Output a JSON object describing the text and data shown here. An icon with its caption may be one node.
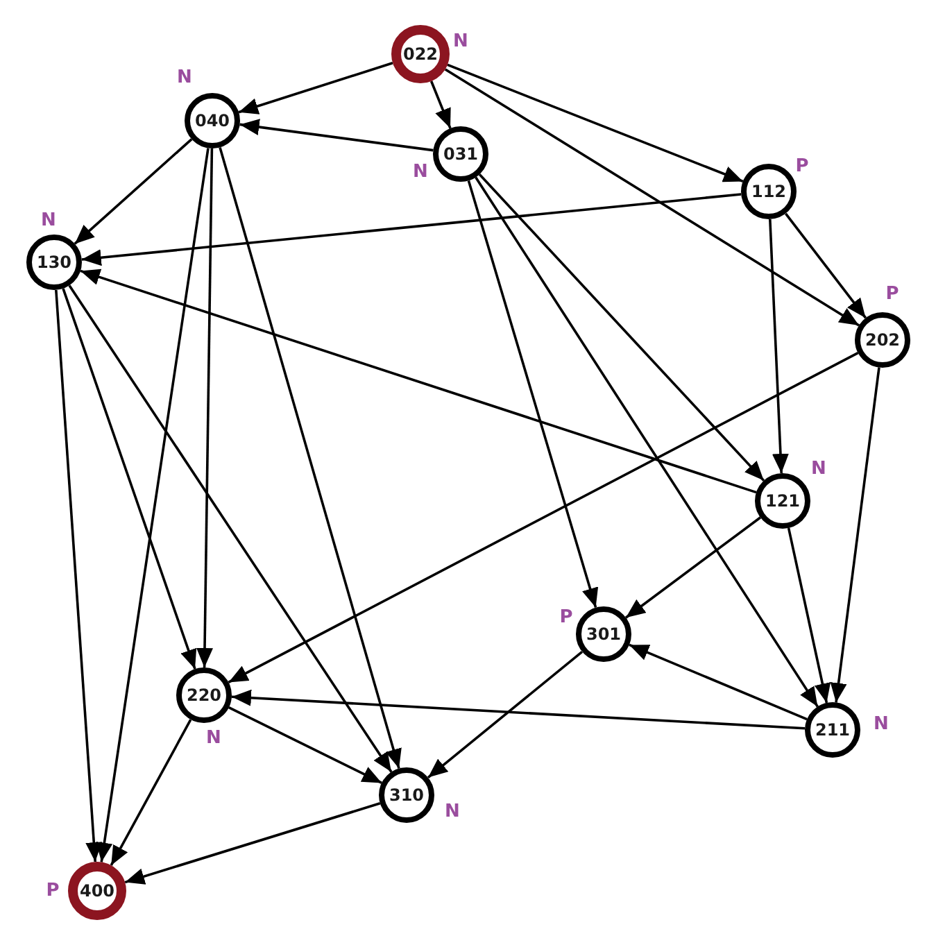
{
  "diagram": {
    "nodes": [
      {
        "text": [
          "022"
        ],
        "beside": [
          "N"
        ]
      },
      {
        "text": [
          "040"
        ],
        "beside": [
          "N"
        ]
      },
      {
        "text": [
          "031"
        ],
        "beside": [
          "N"
        ]
      },
      {
        "text": [
          "112"
        ],
        "beside": [
          "P"
        ]
      },
      {
        "text": [
          "130"
        ],
        "beside": [
          "N"
        ]
      },
      {
        "text": [
          "202"
        ],
        "beside": [
          "P"
        ]
      },
      {
        "text": [
          "121"
        ],
        "beside": [
          "N"
        ]
      },
      {
        "text": [
          "301"
        ],
        "beside": [
          "P"
        ]
      },
      {
        "text": [
          "220"
        ],
        "beside": [
          "N"
        ]
      },
      {
        "text": [
          "211"
        ],
        "beside": [
          "N"
        ]
      },
      {
        "text": [
          "310"
        ],
        "beside": [
          "N"
        ]
      },
      {
        "text": [
          "400"
        ],
        "beside": [
          "P"
        ]
      }
    ],
    "edges": [
      {
        "from": 0,
        "to": 1,
        "arrow": "to"
      },
      {
        "from": 0,
        "to": 2,
        "arrow": "to"
      },
      {
        "from": 0,
        "to": 3,
        "arrow": "to"
      },
      {
        "from": 0,
        "to": 5,
        "arrow": "to"
      },
      {
        "from": 2,
        "to": 1,
        "arrow": "to"
      },
      {
        "from": 2,
        "to": 7,
        "arrow": "to"
      },
      {
        "from": 2,
        "to": 6,
        "arrow": "to"
      },
      {
        "from": 2,
        "to": 9,
        "arrow": "to"
      },
      {
        "from": 1,
        "to": 4,
        "arrow": "to"
      },
      {
        "from": 1,
        "to": 8,
        "arrow": "to"
      },
      {
        "from": 1,
        "to": 11,
        "arrow": "to"
      },
      {
        "from": 1,
        "to": 10,
        "arrow": "to"
      },
      {
        "from": 3,
        "to": 4,
        "arrow": "to"
      },
      {
        "from": 3,
        "to": 5,
        "arrow": "to"
      },
      {
        "from": 3,
        "to": 6,
        "arrow": "to"
      },
      {
        "from": 6,
        "to": 4,
        "arrow": "to"
      },
      {
        "from": 5,
        "to": 8,
        "arrow": "to"
      },
      {
        "from": 5,
        "to": 9,
        "arrow": "to"
      },
      {
        "from": 6,
        "to": 7,
        "arrow": "to"
      },
      {
        "from": 6,
        "to": 9,
        "arrow": "to"
      },
      {
        "from": 9,
        "to": 7,
        "arrow": "to"
      },
      {
        "from": 9,
        "to": 8,
        "arrow": "to"
      },
      {
        "from": 7,
        "to": 10,
        "arrow": "to"
      },
      {
        "from": 4,
        "to": 11,
        "arrow": "to"
      },
      {
        "from": 4,
        "to": 8,
        "arrow": "to"
      },
      {
        "from": 4,
        "to": 10,
        "arrow": "to"
      },
      {
        "from": 8,
        "to": 10,
        "arrow": "to"
      },
      {
        "from": 8,
        "to": 11,
        "arrow": "to"
      },
      {
        "from": 10,
        "to": 11,
        "arrow": "to"
      }
    ]
  }
}
